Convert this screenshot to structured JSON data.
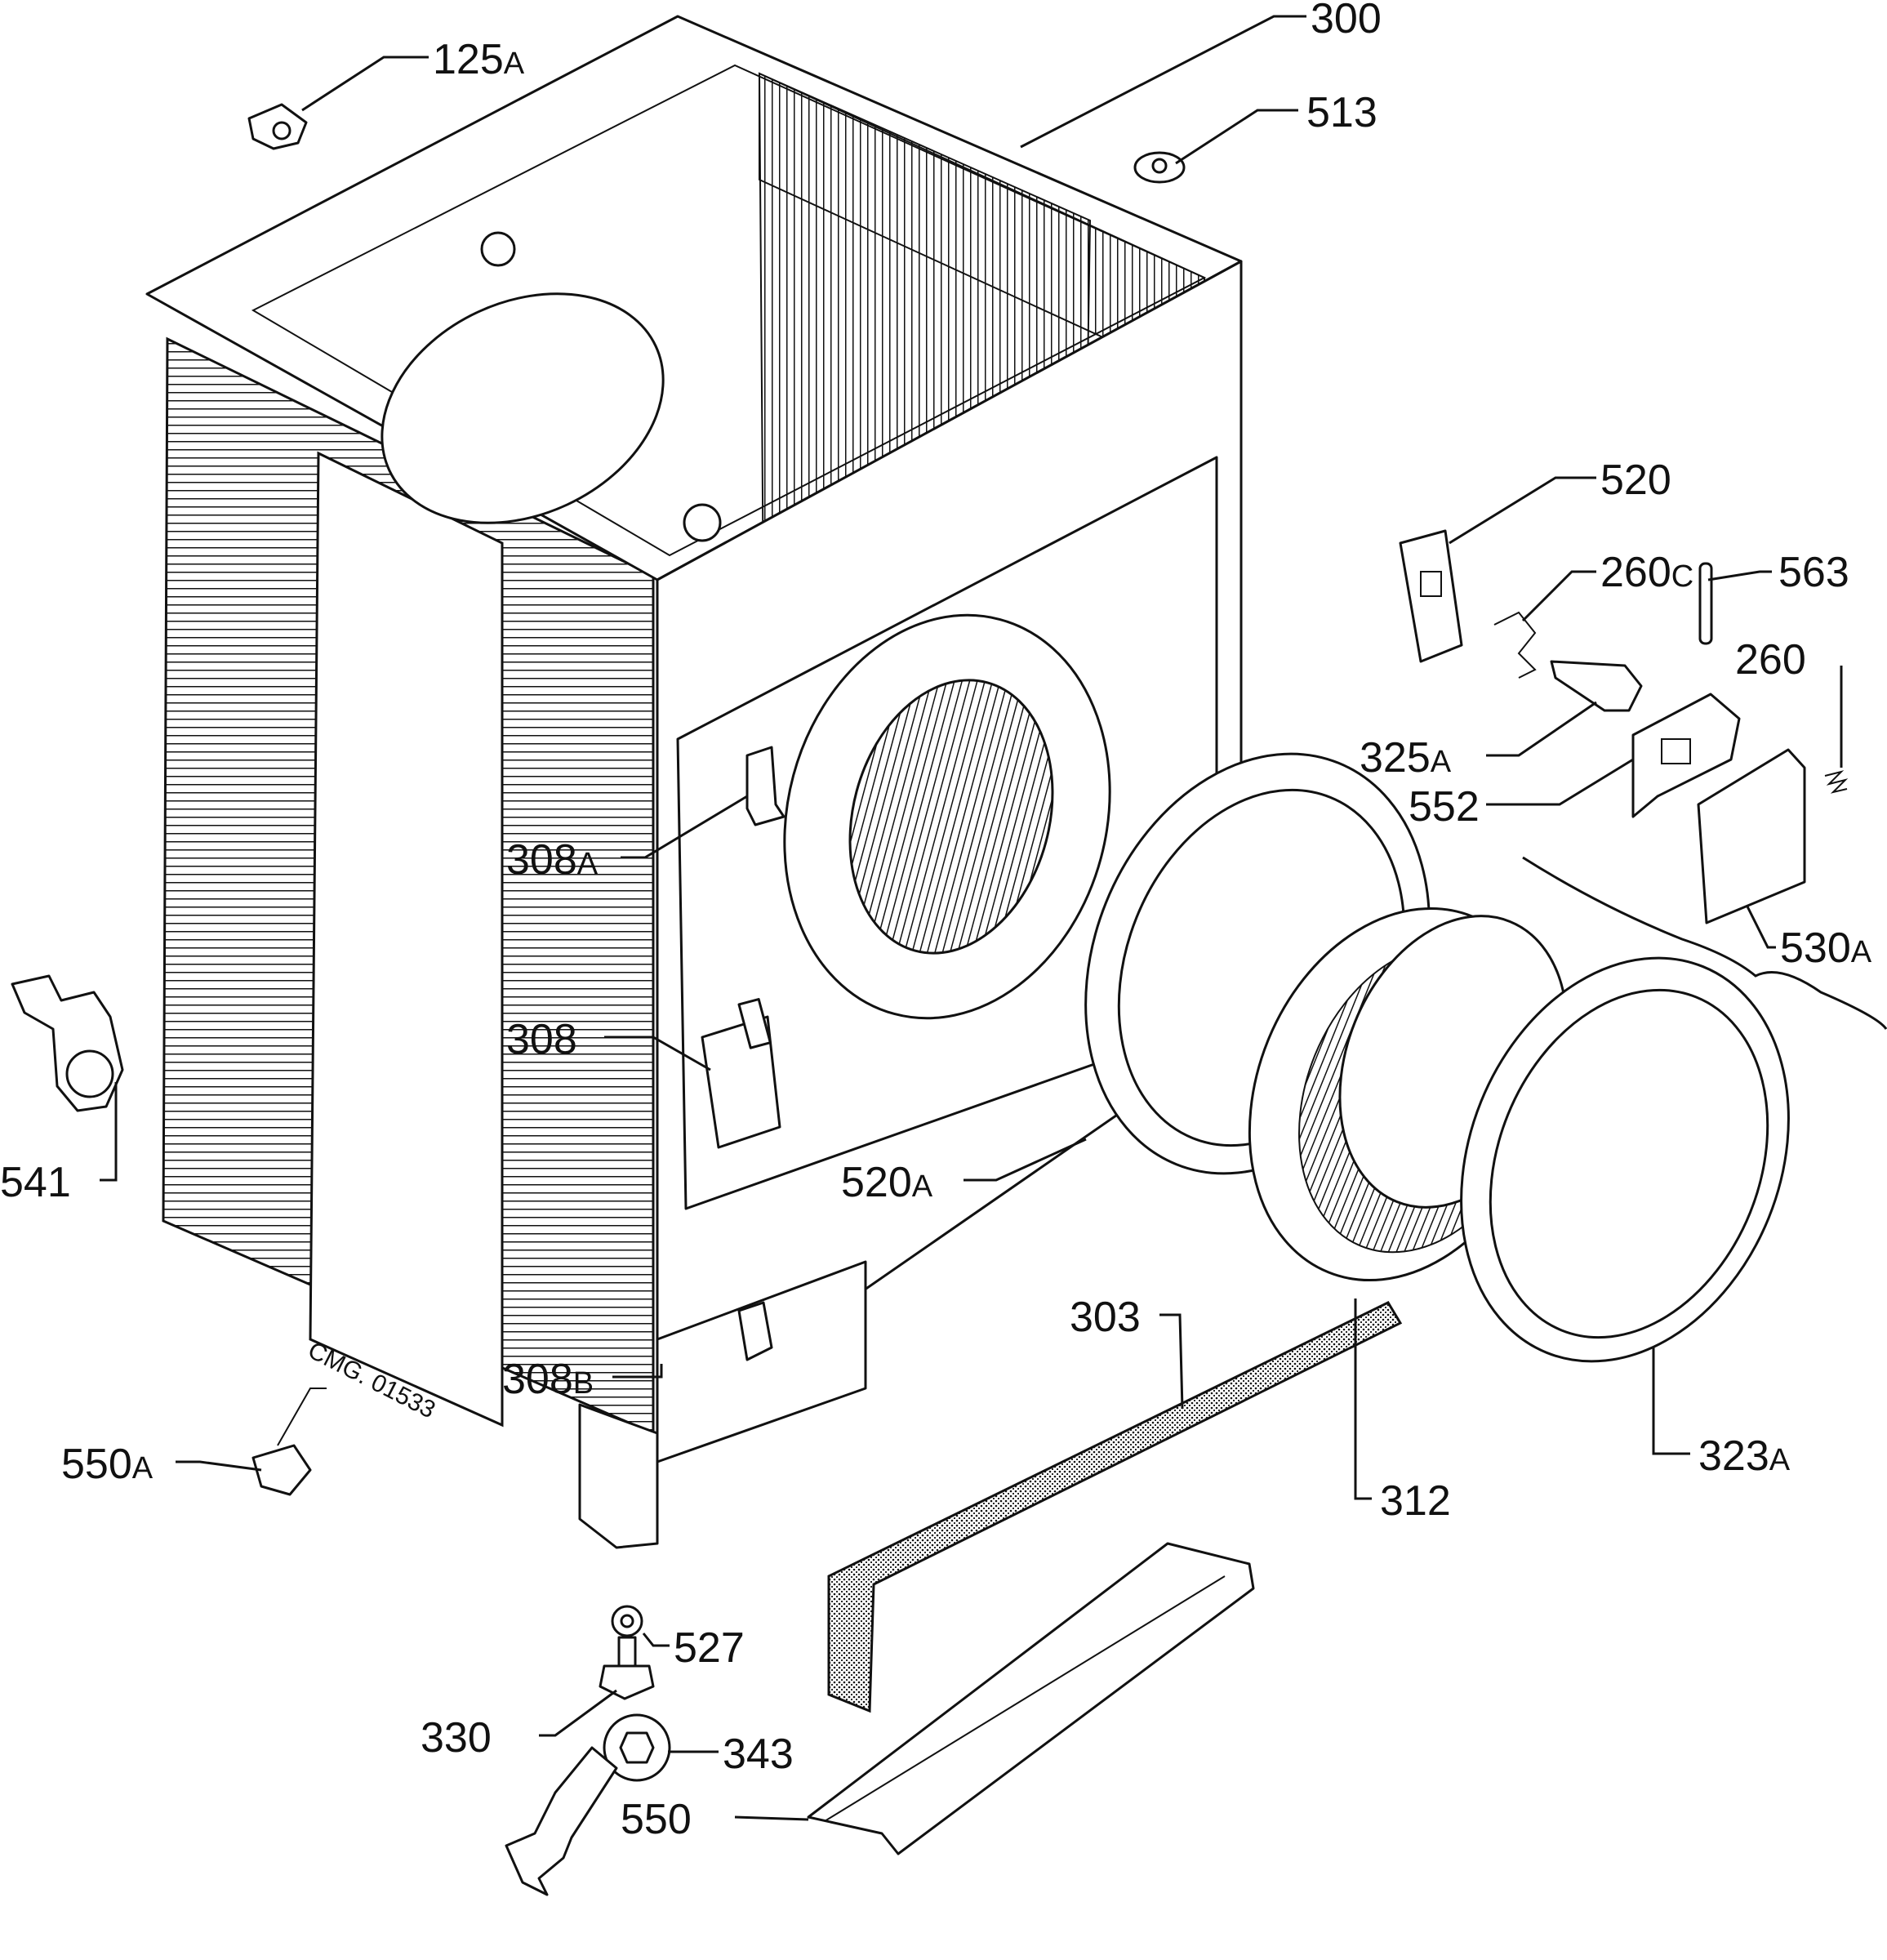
{
  "drawing": {
    "code": "CMG. 01533"
  },
  "labels": {
    "p300": {
      "num": "300",
      "sfx": ""
    },
    "p125a": {
      "num": "125",
      "sfx": "A"
    },
    "p513": {
      "num": "513",
      "sfx": ""
    },
    "p520": {
      "num": "520",
      "sfx": ""
    },
    "p260c": {
      "num": "260",
      "sfx": "C"
    },
    "p563": {
      "num": "563",
      "sfx": ""
    },
    "p260": {
      "num": "260",
      "sfx": ""
    },
    "p325a": {
      "num": "325",
      "sfx": "A"
    },
    "p552": {
      "num": "552",
      "sfx": ""
    },
    "p530a": {
      "num": "530",
      "sfx": "A"
    },
    "p308a": {
      "num": "308",
      "sfx": "A"
    },
    "p308": {
      "num": "308",
      "sfx": ""
    },
    "p541": {
      "num": "541",
      "sfx": ""
    },
    "p520a": {
      "num": "520",
      "sfx": "A"
    },
    "p303": {
      "num": "303",
      "sfx": ""
    },
    "p308b": {
      "num": "308",
      "sfx": "B"
    },
    "p312": {
      "num": "312",
      "sfx": ""
    },
    "p323a": {
      "num": "323",
      "sfx": "A"
    },
    "p550a": {
      "num": "550",
      "sfx": "A"
    },
    "p527": {
      "num": "527",
      "sfx": ""
    },
    "p330": {
      "num": "330",
      "sfx": ""
    },
    "p343": {
      "num": "343",
      "sfx": ""
    },
    "p550": {
      "num": "550",
      "sfx": ""
    }
  }
}
